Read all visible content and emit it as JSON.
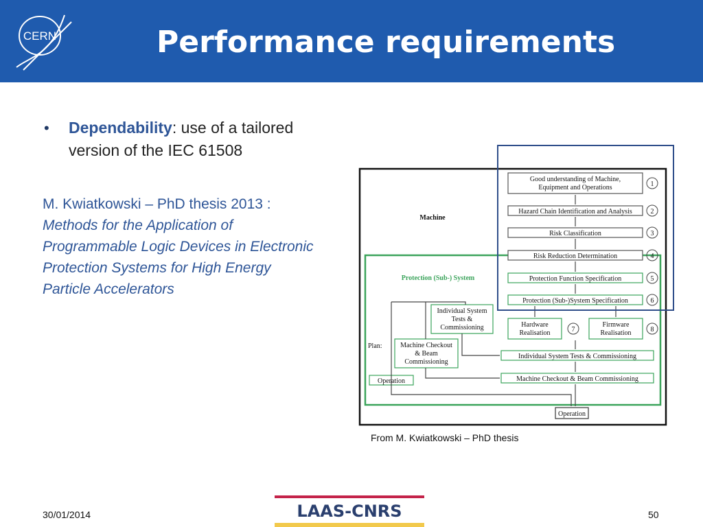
{
  "header": {
    "title": "Performance requirements",
    "logo_text": "CERN"
  },
  "bullet": {
    "term": "Dependability",
    "rest": ": use of a tailored version of the IEC 61508"
  },
  "reference": {
    "line1": "M. Kwiatkowski – PhD thesis 2013 :",
    "line2": "Methods for the Application of",
    "line3": "Programmable Logic Devices in Electronic",
    "line4": "Protection Systems for High Energy",
    "line5": "Particle Accelerators"
  },
  "diagram": {
    "machine_label": "Machine",
    "protection_label": "Protection (Sub-) System",
    "plan_label": "Plan:",
    "steps": [
      {
        "num": "1",
        "line1": "Good understanding of Machine,",
        "line2": "Equipment and Operations"
      },
      {
        "num": "2",
        "label": "Hazard Chain Identification and Analysis"
      },
      {
        "num": "3",
        "label": "Risk Classification"
      },
      {
        "num": "4",
        "label": "Risk Reduction Determination"
      },
      {
        "num": "5",
        "label": "Protection Function Specification"
      },
      {
        "num": "6",
        "label": "Protection (Sub-)System Specification"
      },
      {
        "num": "7",
        "line1": "Hardware",
        "line2": "Realisation"
      },
      {
        "num": "8",
        "line1": "Firmware",
        "line2": "Realisation"
      }
    ],
    "ist_full": "Individual System Tests & Commissioning",
    "mcb_full": "Machine Checkout & Beam Commissioning",
    "ist_plan": {
      "line1": "Individual System",
      "line2": "Tests &",
      "line3": "Commissioning"
    },
    "mcb_plan": {
      "line1": "Machine Checkout",
      "line2": "& Beam",
      "line3": "Commissioning"
    },
    "operation_plan": "Operation",
    "operation_final": "Operation"
  },
  "caption": "From M. Kwiatkowski – PhD thesis",
  "footer": {
    "date": "30/01/2014",
    "page": "50",
    "logo_text": "LAAS-CNRS"
  },
  "colors": {
    "header": "#1f5bae",
    "accent_text": "#2e5597",
    "green": "#3aa35a",
    "highlight_box": "#2f4e8a"
  }
}
